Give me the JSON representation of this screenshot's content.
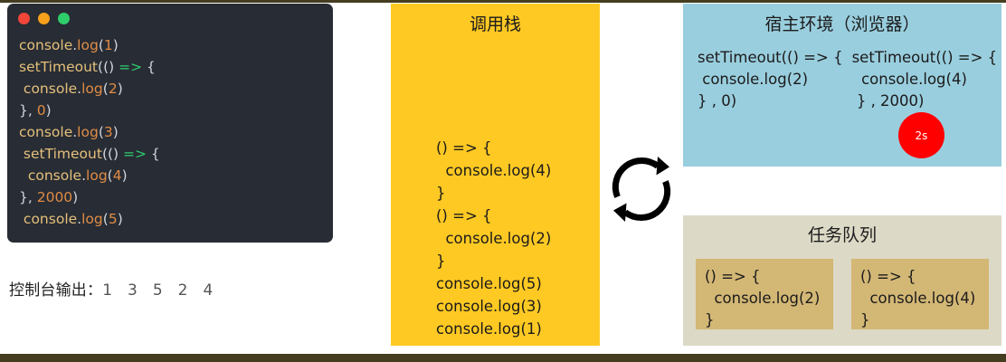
{
  "colors": {
    "editor_bg": "#282c34",
    "callstack_bg": "#ffc923",
    "host_bg": "#99cede",
    "taskqueue_bg": "#dcd9c6",
    "queue_item_bg": "#d3b775",
    "timer_badge_bg": "#ff0000",
    "rule": "#453d20",
    "dot_red": "#f4453a",
    "dot_amber": "#f6a01b",
    "dot_green": "#2ece6a",
    "token_identifier": "#e5c07b",
    "token_property": "#e08c45",
    "token_number": "#e08c45",
    "token_arrow": "#2ecc71",
    "token_punct": "#cfd3da"
  },
  "editor": {
    "window_dots": [
      "close-red",
      "minimize-amber",
      "maximize-green"
    ],
    "lines": [
      [
        {
          "t": "console",
          "c": "fn"
        },
        {
          "t": ".",
          "c": "pun"
        },
        {
          "t": "log",
          "c": "prop"
        },
        {
          "t": "(",
          "c": "pun"
        },
        {
          "t": "1",
          "c": "num"
        },
        {
          "t": ")",
          "c": "pun"
        }
      ],
      [
        {
          "t": "setTimeout",
          "c": "fn"
        },
        {
          "t": "(() ",
          "c": "pun"
        },
        {
          "t": "=>",
          "c": "arrow"
        },
        {
          "t": " {",
          "c": "pun"
        }
      ],
      [
        {
          "t": " console",
          "c": "fn"
        },
        {
          "t": ".",
          "c": "pun"
        },
        {
          "t": "log",
          "c": "prop"
        },
        {
          "t": "(",
          "c": "pun"
        },
        {
          "t": "2",
          "c": "num"
        },
        {
          "t": ")",
          "c": "pun"
        }
      ],
      [
        {
          "t": "}, ",
          "c": "pun"
        },
        {
          "t": "0",
          "c": "num"
        },
        {
          "t": ")",
          "c": "pun"
        }
      ],
      [
        {
          "t": "console",
          "c": "fn"
        },
        {
          "t": ".",
          "c": "pun"
        },
        {
          "t": "log",
          "c": "prop"
        },
        {
          "t": "(",
          "c": "pun"
        },
        {
          "t": "3",
          "c": "num"
        },
        {
          "t": ")",
          "c": "pun"
        }
      ],
      [
        {
          "t": " setTimeout",
          "c": "fn"
        },
        {
          "t": "(() ",
          "c": "pun"
        },
        {
          "t": "=>",
          "c": "arrow"
        },
        {
          "t": " {",
          "c": "pun"
        }
      ],
      [
        {
          "t": "  console",
          "c": "fn"
        },
        {
          "t": ".",
          "c": "pun"
        },
        {
          "t": "log",
          "c": "prop"
        },
        {
          "t": "(",
          "c": "pun"
        },
        {
          "t": "4",
          "c": "num"
        },
        {
          "t": ")",
          "c": "pun"
        }
      ],
      [
        {
          "t": "}, ",
          "c": "pun"
        },
        {
          "t": "2000",
          "c": "num"
        },
        {
          "t": ")",
          "c": "pun"
        }
      ],
      [
        {
          "t": " console",
          "c": "fn"
        },
        {
          "t": ".",
          "c": "pun"
        },
        {
          "t": "log",
          "c": "prop"
        },
        {
          "t": "(",
          "c": "pun"
        },
        {
          "t": "5",
          "c": "num"
        },
        {
          "t": ")",
          "c": "pun"
        }
      ]
    ]
  },
  "console_output": {
    "label": "控制台输出：",
    "values": "1   3   5   2   4"
  },
  "callstack": {
    "title": "调用栈",
    "frames": [
      "() => {\n  console.log(4)\n}",
      "() => {\n  console.log(2)\n}",
      "console.log(5)",
      "console.log(3)",
      "console.log(1)"
    ]
  },
  "host": {
    "title": "宿主环境（浏览器）",
    "tasks": [
      "setTimeout(() => {\n console.log(2)\n} , 0)",
      "setTimeout(() => {\n  console.log(4)\n } , 2000)"
    ],
    "timer_badge": "2s"
  },
  "event_loop": {
    "icon": "circular-loop-arrows"
  },
  "taskqueue": {
    "title": "任务队列",
    "items": [
      "() => {\n  console.log(2)\n}",
      "() => {\n  console.log(4)\n}"
    ]
  }
}
